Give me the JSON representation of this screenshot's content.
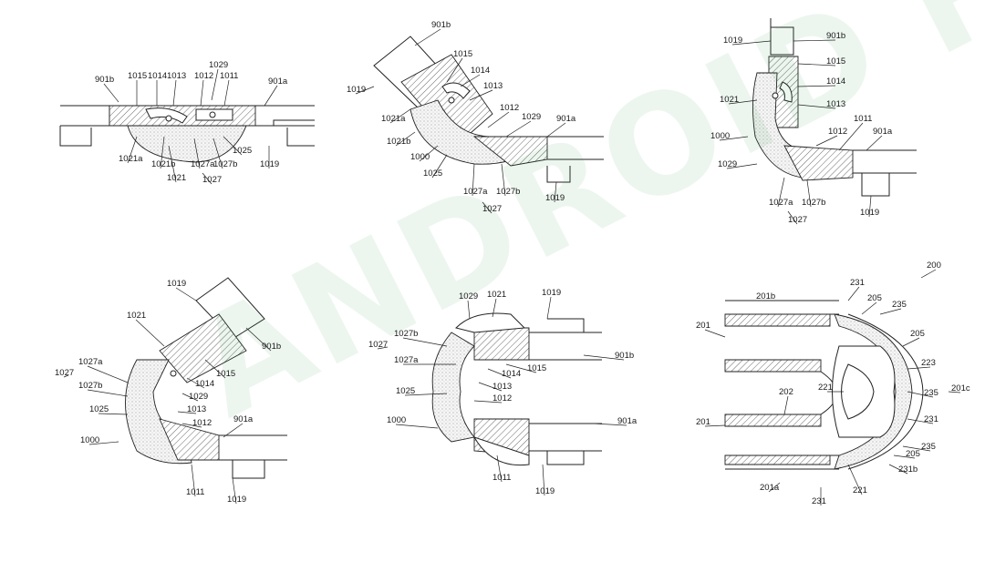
{
  "watermark": {
    "text": "ANDROID HITS",
    "color": "#2e9a4e"
  },
  "figures": [
    {
      "name": "fig-flat",
      "labels": [
        "901b",
        "1015",
        "1014",
        "1013",
        "1029",
        "1012",
        "1011",
        "901a",
        "1021a",
        "1021b",
        "1021",
        "1027a",
        "1027b",
        "1027",
        "1025",
        "1019"
      ]
    },
    {
      "name": "fig-bent-45",
      "labels": [
        "901b",
        "1015",
        "1014",
        "1013",
        "1019",
        "1021a",
        "1021b",
        "1000",
        "1025",
        "1012",
        "1029",
        "901a",
        "1027a",
        "1027b",
        "1027",
        "1019"
      ]
    },
    {
      "name": "fig-bent-90",
      "labels": [
        "1019",
        "901b",
        "1015",
        "1014",
        "1021",
        "1013",
        "1000",
        "1011",
        "1012",
        "901a",
        "1029",
        "1027a",
        "1027b",
        "1027",
        "1019"
      ]
    },
    {
      "name": "fig-bent-135",
      "labels": [
        "1019",
        "1021",
        "901b",
        "1027a",
        "1027",
        "1027b",
        "1015",
        "1014",
        "1029",
        "1025",
        "1013",
        "1012",
        "901a",
        "1000",
        "1011",
        "1019"
      ]
    },
    {
      "name": "fig-folded",
      "labels": [
        "1029",
        "1021",
        "1019",
        "1027b",
        "1027",
        "1027a",
        "901b",
        "1015",
        "1014",
        "1013",
        "1025",
        "1012",
        "1000",
        "901a",
        "1011",
        "1019"
      ]
    },
    {
      "name": "fig-200",
      "labels": [
        "200",
        "231",
        "201b",
        "205",
        "235",
        "201",
        "205",
        "223",
        "221",
        "202",
        "201c",
        "235",
        "201",
        "231",
        "235",
        "205",
        "231b",
        "201a",
        "221",
        "231"
      ]
    }
  ]
}
